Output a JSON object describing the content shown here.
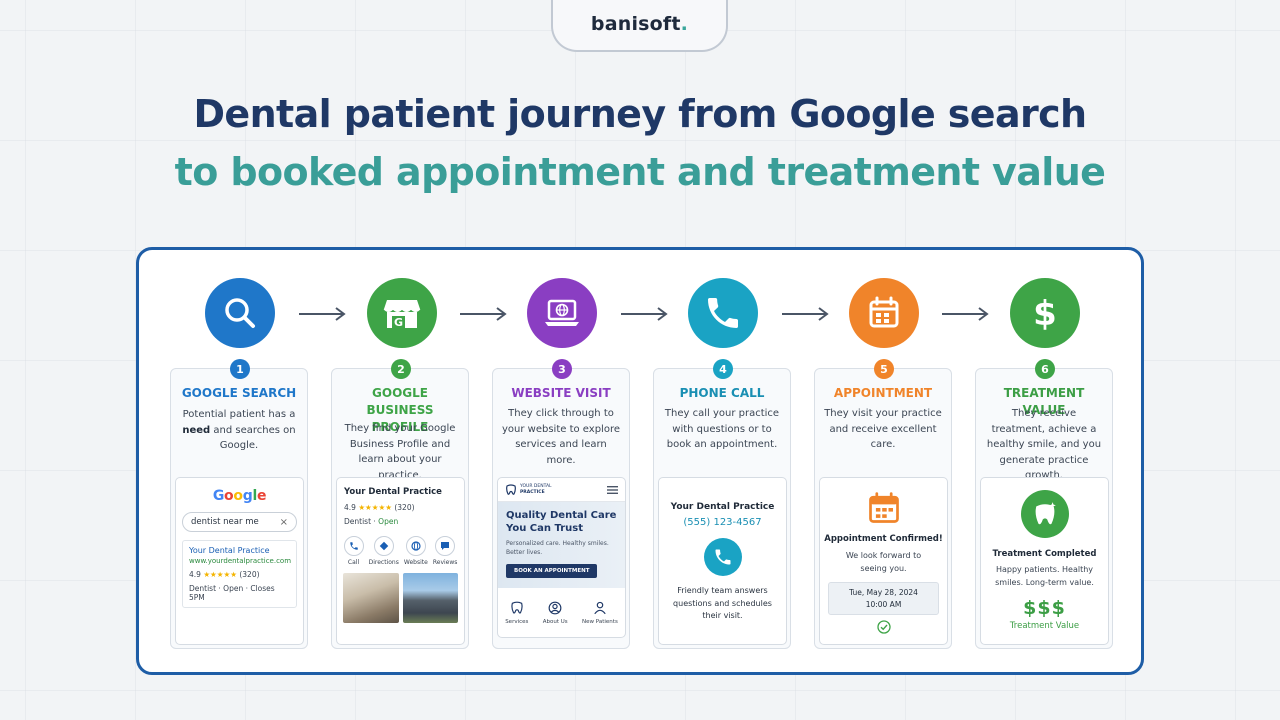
{
  "brand": {
    "name_main": "banisoft",
    "dot": "."
  },
  "title": {
    "line1": "Dental patient journey from Google search",
    "line2": "to booked appointment and treatment value"
  },
  "colors": {
    "navy": "#1f3866",
    "teal": "#3a9e98",
    "border": "#1e5da6",
    "blue": "#1f77c9",
    "green": "#3ea447",
    "purple": "#8a3ec2",
    "cyan": "#1aa3c4",
    "orange": "#f0842a",
    "money": "#3c9e45"
  },
  "steps": [
    {
      "number": "1",
      "title": "GOOGLE SEARCH",
      "icon": "search-icon",
      "desc_pre": "Potential patient has a",
      "desc_bold": "need",
      "desc_post": "and searches on Google."
    },
    {
      "number": "2",
      "title": "GOOGLE BUSINESS PROFILE",
      "icon": "storefront-icon",
      "desc": "They find your Google Business Profile and learn about your practice."
    },
    {
      "number": "3",
      "title": "WEBSITE VISIT",
      "icon": "laptop-globe-icon",
      "desc": "They click through to your website to explore services and learn more."
    },
    {
      "number": "4",
      "title": "PHONE CALL",
      "icon": "phone-icon",
      "desc": "They call your practice with questions or to book an appointment."
    },
    {
      "number": "5",
      "title": "APPOINTMENT",
      "icon": "calendar-icon",
      "desc": "They visit your practice and receive excellent care."
    },
    {
      "number": "6",
      "title": "TREATMENT VALUE",
      "icon": "dollar-icon",
      "desc": "They receive treatment, achieve a healthy smile, and you generate practice growth."
    }
  ],
  "search_mock": {
    "logo": "Google",
    "query": "dentist near me",
    "clear": "×",
    "result_title": "Your Dental Practice",
    "result_url": "www.yourdentalpractice.com",
    "rating": "4.9",
    "stars": "★★★★★",
    "reviews": "(320)",
    "meta": "Dentist · Open · Closes 5PM"
  },
  "profile_mock": {
    "name": "Your Dental Practice",
    "rating": "4.9",
    "stars": "★★★★★",
    "reviews": "(320)",
    "category": "Dentist",
    "status": "Open",
    "actions": [
      "Call",
      "Directions",
      "Website",
      "Reviews"
    ]
  },
  "website_mock": {
    "brand_line1": "YOUR DENTAL",
    "brand_line2": "PRACTICE",
    "headline": "Quality Dental Care You Can Trust",
    "sub": "Personalized care. Healthy smiles. Better lives.",
    "cta": "BOOK AN APPOINTMENT",
    "nav": [
      "Services",
      "About Us",
      "New Patients"
    ]
  },
  "phone_mock": {
    "name": "Your Dental Practice",
    "number": "(555) 123-4567",
    "note": "Friendly team answers questions and schedules their visit."
  },
  "appointment_mock": {
    "title": "Appointment Confirmed!",
    "note": "We look forward to seeing you.",
    "date": "Tue, May 28, 2024",
    "time": "10:00 AM"
  },
  "treatment_mock": {
    "title": "Treatment Completed",
    "note": "Happy patients. Healthy smiles. Long-term value.",
    "money": "$$$",
    "label": "Treatment Value"
  }
}
